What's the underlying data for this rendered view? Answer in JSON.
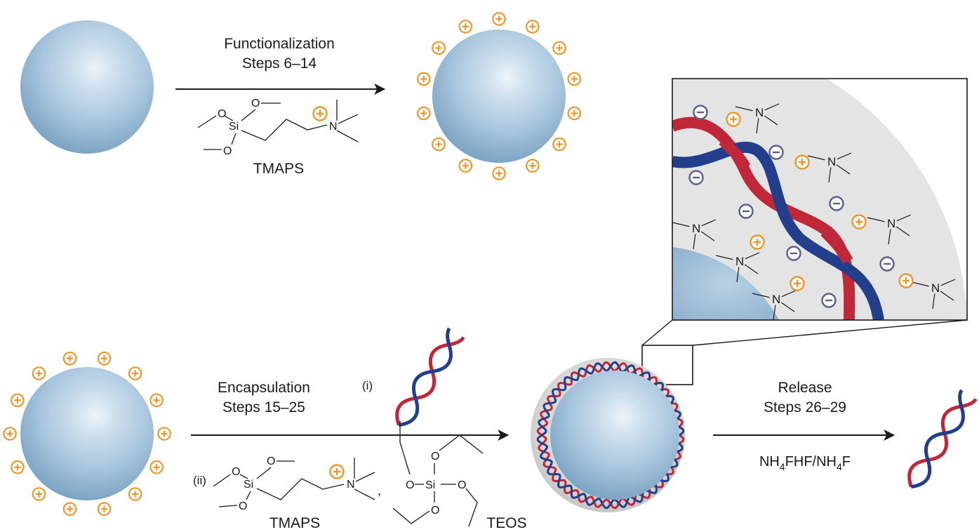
{
  "colors": {
    "sphere": "#a9c6de",
    "sphere_dark": "#7aa2c2",
    "positive_charge": "#f0962a",
    "negative_charge": "#5a5f8c",
    "dna_red": "#c0283a",
    "dna_blue": "#233f8c",
    "shell": "#cfcfcf",
    "zoom_background": "#e6e6e6"
  },
  "step1": {
    "title": "Functionalization",
    "steps": "Steps 6–14",
    "reagent": "TMAPS"
  },
  "step2": {
    "title": "Encapsulation",
    "steps": "Steps 15–25",
    "part_i": "(i)",
    "part_ii": "(ii)",
    "reagent_1": "TMAPS",
    "reagent_2": "TEOS"
  },
  "step3": {
    "title": "Release",
    "steps": "Steps 26–29",
    "reagent": {
      "nh": "NH",
      "sub_4a": "4",
      "mid": "FHF/NH",
      "sub_4b": "4",
      "end": "F"
    }
  },
  "chem": {
    "o": "O",
    "si": "Si",
    "n": "N",
    "comma": ","
  },
  "icons": [
    "plus-charge-icon",
    "minus-charge-icon",
    "dna-helix-icon",
    "reaction-arrow-icon"
  ]
}
